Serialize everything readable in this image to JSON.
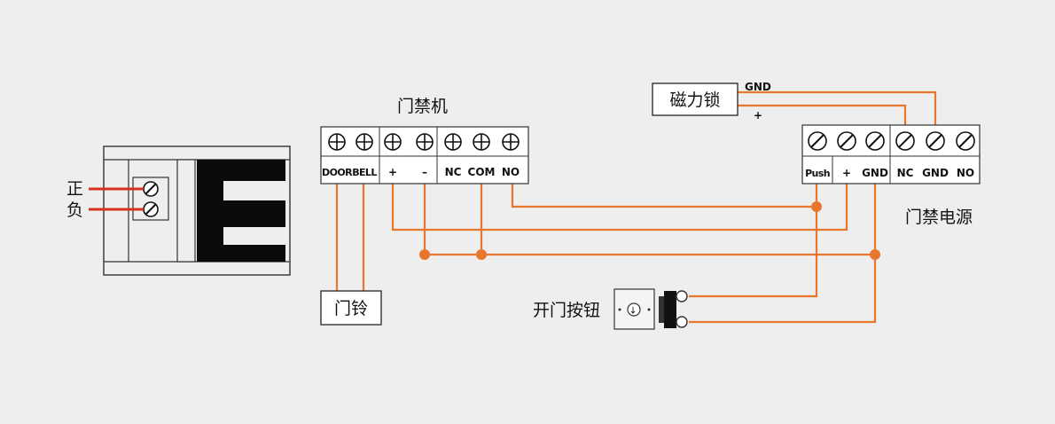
{
  "colors": {
    "wire": "#e8762c",
    "red_wire": "#d9301f",
    "background": "#eeeeee",
    "outline": "#333333"
  },
  "labels": {
    "positive": "正",
    "negative": "负",
    "controller_title": "门禁机",
    "power_title": "门禁电源",
    "lock_title": "磁力锁",
    "bell_title": "门铃",
    "button_title": "开门按钮",
    "lock_gnd": "GND",
    "lock_plus": "+"
  },
  "controller_terminals": [
    "DOOR",
    "BELL",
    "+",
    "–",
    "NC",
    "COM",
    "NO"
  ],
  "power_terminals": [
    "Push",
    "+",
    "GND",
    "NC",
    "GND",
    "NO"
  ],
  "icons": {
    "controller_screw": "cross-screw-icon",
    "power_screw": "slot-screw-icon",
    "junction": "junction-dot-icon",
    "button": "exit-button-icon",
    "lock_body": "magnetic-lock-icon"
  }
}
